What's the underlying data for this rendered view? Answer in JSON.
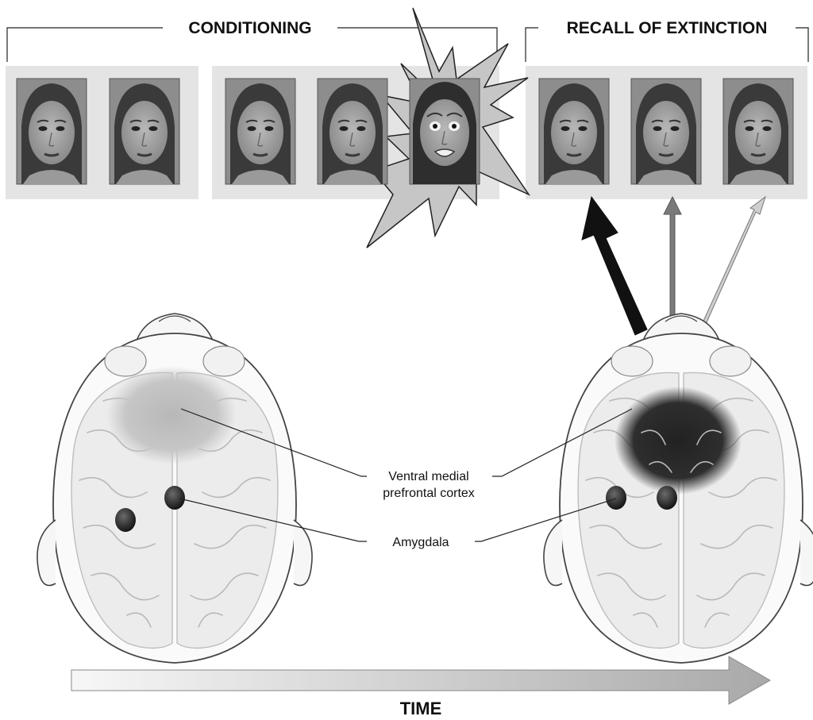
{
  "headers": {
    "conditioning": "CONDITIONING",
    "recall": "RECALL OF EXTINCTION"
  },
  "labels": {
    "vmpfc_line1": "Ventral medial",
    "vmpfc_line2": "prefrontal cortex",
    "amygdala": "Amygdala",
    "time": "TIME"
  },
  "faces": {
    "conditioning_group1": [
      "neutral",
      "neutral"
    ],
    "conditioning_group2": [
      "neutral",
      "neutral",
      "fearful"
    ],
    "recall_group": [
      "neutral",
      "neutral",
      "neutral"
    ]
  },
  "recall_arrows": {
    "strengths": [
      "strong",
      "medium",
      "weak"
    ],
    "colors": [
      "#111111",
      "#7a7a7a",
      "#bdbdbd"
    ]
  },
  "brains": {
    "left": {
      "vmpfc_activation": "low"
    },
    "right": {
      "vmpfc_activation": "high"
    }
  },
  "colors": {
    "brain": "#ececec",
    "skull_outline": "#444444",
    "amygdala": "#2a2a2a",
    "vmpfc_high": "#2b2b2b",
    "vmpfc_low": "#c4c4c4",
    "panel": "#e4e4e4"
  }
}
